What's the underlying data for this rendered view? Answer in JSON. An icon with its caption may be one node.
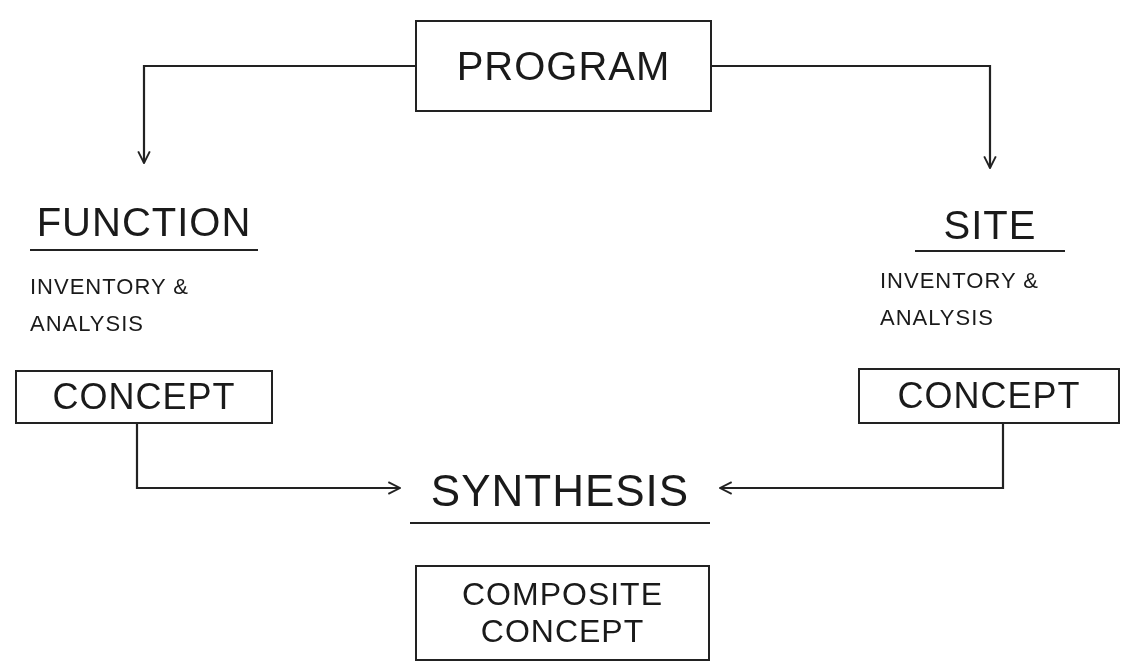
{
  "diagram": {
    "nodes": [
      {
        "text": [
          "PROGRAM"
        ]
      },
      {
        "text": [
          "FUNCTION"
        ]
      },
      {
        "text": [
          "CONCEPT"
        ]
      },
      {
        "text": [
          "SITE"
        ]
      },
      {
        "text": [
          "CONCEPT"
        ]
      },
      {
        "text": [
          "SYNTHESIS"
        ]
      },
      {
        "text": [
          "COMPOSITE CONCEPT"
        ]
      }
    ],
    "edges": [
      {
        "from": 0,
        "to": 1,
        "arrow": "to"
      },
      {
        "from": 0,
        "to": 3,
        "arrow": "to"
      },
      {
        "from": 2,
        "to": 5,
        "arrow": "to"
      },
      {
        "from": 4,
        "to": 5,
        "arrow": "to"
      }
    ],
    "labels": [
      "INVENTORY & ANALYSIS",
      "INVENTORY & ANALYSIS"
    ]
  }
}
